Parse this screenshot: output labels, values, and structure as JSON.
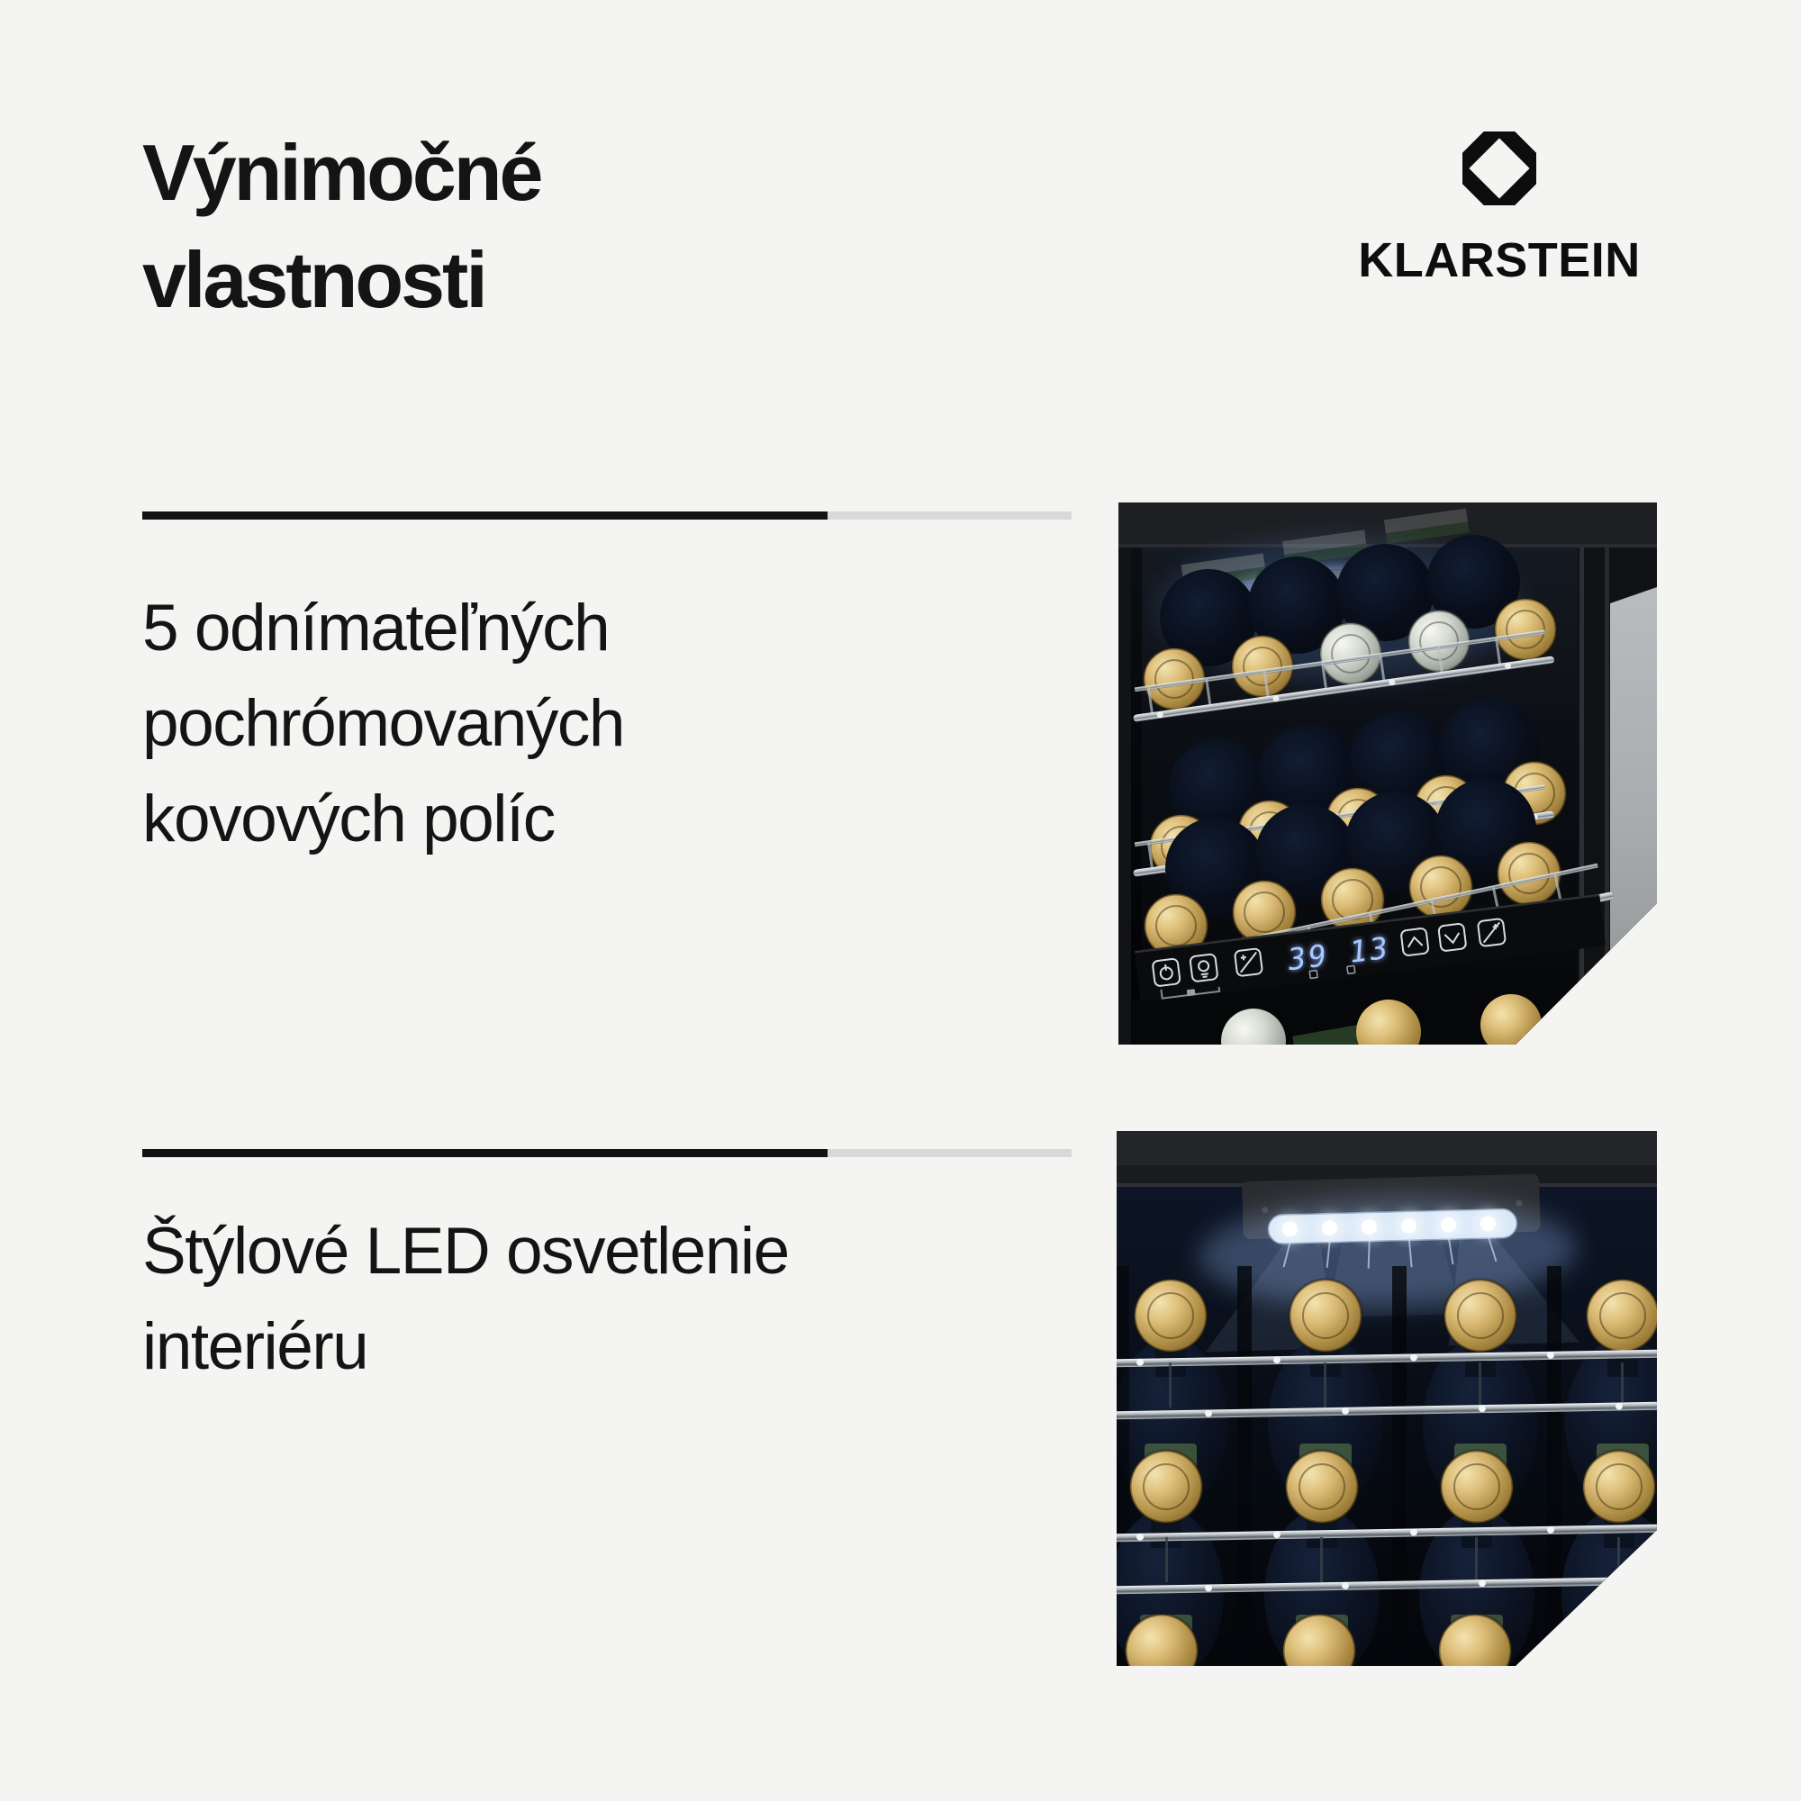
{
  "colors": {
    "background": "#f4f4f2",
    "text": "#141414",
    "brand": "#0d0d0d",
    "divider_dark": "#131313",
    "divider_light": "#d9d9d9",
    "gold_cap": "#c9a55f",
    "chrome": "#c3c9cd",
    "led_glow": "#cfe6ff",
    "display_blue": "#8ab4ff"
  },
  "header": {
    "title_lines": [
      "Výnimočné",
      "vlastnosti"
    ],
    "brand": {
      "name": "KLARSTEIN",
      "icon": "klarstein-octagon-logo"
    }
  },
  "features": [
    {
      "lines": [
        "5 odnímateľných",
        "pochrómovaných",
        "kovových políc"
      ],
      "photo": {
        "name": "wine-cooler-shelves-photo",
        "control_panel": {
          "display": "39 13",
          "icons": [
            "power-icon",
            "light-icon",
            "zone-left-icon",
            "up-arrow-icon",
            "down-arrow-icon",
            "zone-right-icon"
          ]
        }
      }
    },
    {
      "lines": [
        "Štýlové LED osvetlenie",
        "interiéru"
      ],
      "photo": {
        "name": "wine-cooler-led-light-photo"
      }
    }
  ]
}
